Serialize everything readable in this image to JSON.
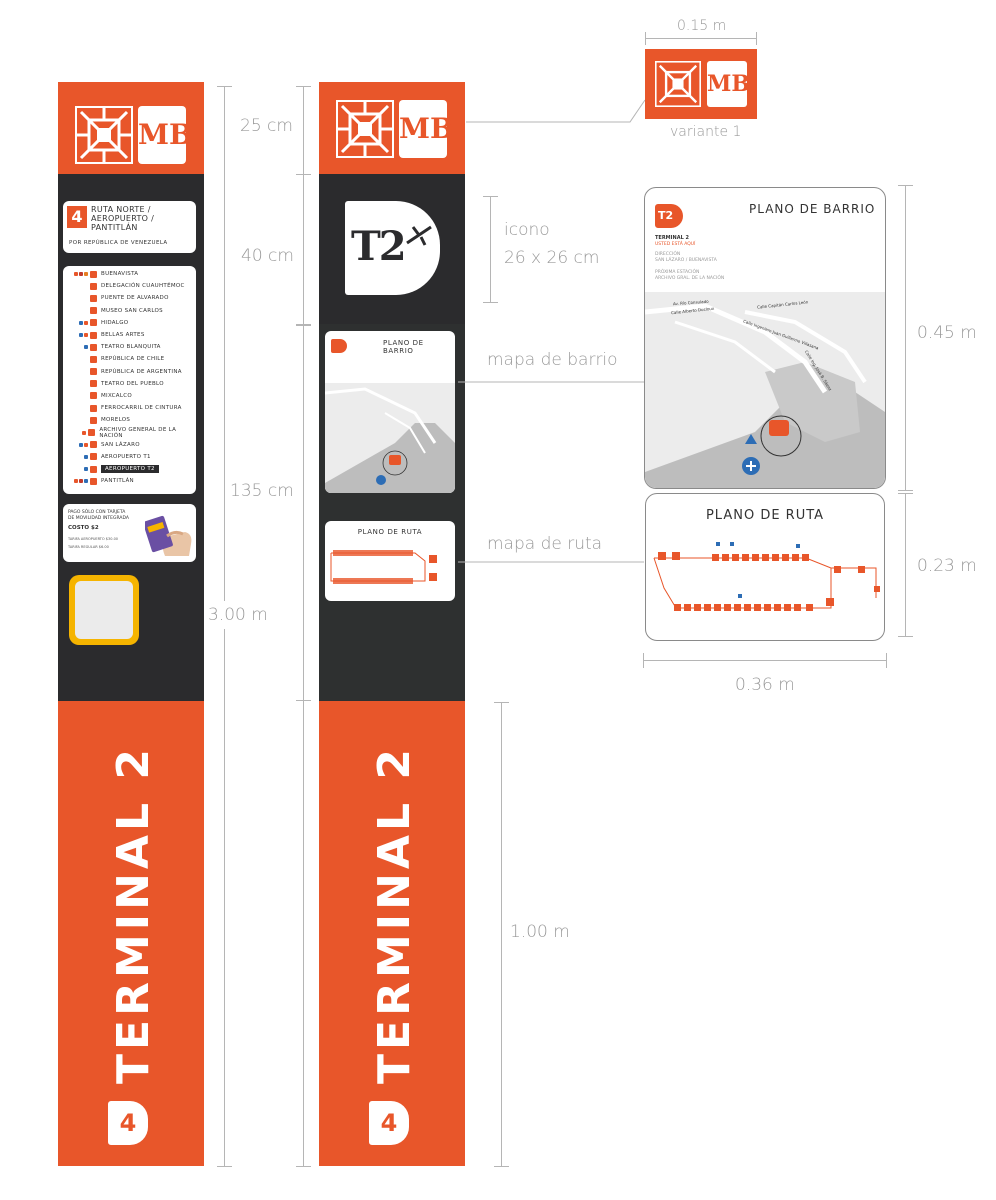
{
  "logo": {
    "mb_text": "MB"
  },
  "variant_label": "variante 1",
  "dims": {
    "logo_width": "0.15 m",
    "h_25": "25 cm",
    "h_40": "40 cm",
    "h_135": "135 cm",
    "total": "3.00 m",
    "bottom": "1.00 m",
    "barrio_h": "0.45 m",
    "ruta_h": "0.23 m",
    "maps_w": "0.36 m"
  },
  "icon_callout": {
    "line1": "icono",
    "line2": "26 x 26 cm"
  },
  "callouts": {
    "barrio": "mapa de barrio",
    "ruta": "mapa de ruta"
  },
  "route_panel": {
    "number": "4",
    "name": "RUTA NORTE / AEROPUERTO / PANTITLÁN",
    "via": "POR REPÚBLICA DE VENEZUELA",
    "stops": [
      {
        "name": "BUENAVISTA",
        "transfers": [
          "#e8562a",
          "#c0392b",
          "#e67e22"
        ]
      },
      {
        "name": "DELEGACIÓN CUAUHTÉMOC",
        "transfers": []
      },
      {
        "name": "PUENTE DE ALVARADO",
        "transfers": []
      },
      {
        "name": "MUSEO SAN CARLOS",
        "transfers": []
      },
      {
        "name": "HIDALGO",
        "transfers": [
          "#2d6db5",
          "#e8562a"
        ]
      },
      {
        "name": "BELLAS ARTES",
        "transfers": [
          "#2d6db5",
          "#e8562a"
        ]
      },
      {
        "name": "TEATRO BLANQUITA",
        "transfers": [
          "#2d6db5"
        ]
      },
      {
        "name": "REPÚBLICA DE CHILE",
        "transfers": []
      },
      {
        "name": "REPÚBLICA DE ARGENTINA",
        "transfers": []
      },
      {
        "name": "TEATRO DEL PUEBLO",
        "transfers": []
      },
      {
        "name": "MIXCALCO",
        "transfers": []
      },
      {
        "name": "FERROCARRIL DE CINTURA",
        "transfers": []
      },
      {
        "name": "MORELOS",
        "transfers": []
      },
      {
        "name": "ARCHIVO GENERAL DE LA NACIÓN",
        "transfers": [
          "#e8562a"
        ]
      },
      {
        "name": "SAN LÁZARO",
        "transfers": [
          "#2d6db5",
          "#e8562a"
        ]
      },
      {
        "name": "AEROPUERTO T1",
        "transfers": [
          "#2d6db5"
        ]
      },
      {
        "name": "AEROPUERTO T2",
        "transfers": [
          "#2d6db5"
        ],
        "highlight": true
      },
      {
        "name": "PANTITLÁN",
        "transfers": [
          "#e8562a",
          "#c0392b",
          "#2d6db5"
        ]
      }
    ]
  },
  "fare_panel": {
    "line1": "PAGO SÓLO CON TARJETA",
    "line2": "DE MOVILIDAD INTEGRADA",
    "cost": "COSTO $2",
    "rows": [
      "TARIFA AEROPUERTO $30.00",
      "TARIFA REGULAR $6.00"
    ]
  },
  "terminal_text": "TERMINAL 2",
  "bottom_badge": "4",
  "t2_icon": {
    "text": "T2"
  },
  "plano_barrio": {
    "title": "PLANO DE BARRIO",
    "subtitle": "TERMINAL 2",
    "here": "USTED ESTÁ AQUÍ",
    "dir_label": "DIRECCIÓN",
    "dir_value": "SAN LÁZARO / BUENAVISTA",
    "next_label": "PRÓXIMA ESTACIÓN",
    "next_value": "ARCHIVO GRAL. DE LA NACIÓN",
    "streets": [
      "Av. Río Consulado",
      "Calle Alberto Ducloux",
      "Calle Capitán Carlos León",
      "Calle Ingeniero Juan Guillermo Villasana",
      "Calle Ing. José B. Sáenz"
    ]
  },
  "plano_ruta": {
    "title": "PLANO DE RUTA"
  },
  "colors": {
    "orange": "#e8562a",
    "dark": "#2b2b2d",
    "yellow": "#f5b400",
    "blue": "#2d6db5"
  }
}
